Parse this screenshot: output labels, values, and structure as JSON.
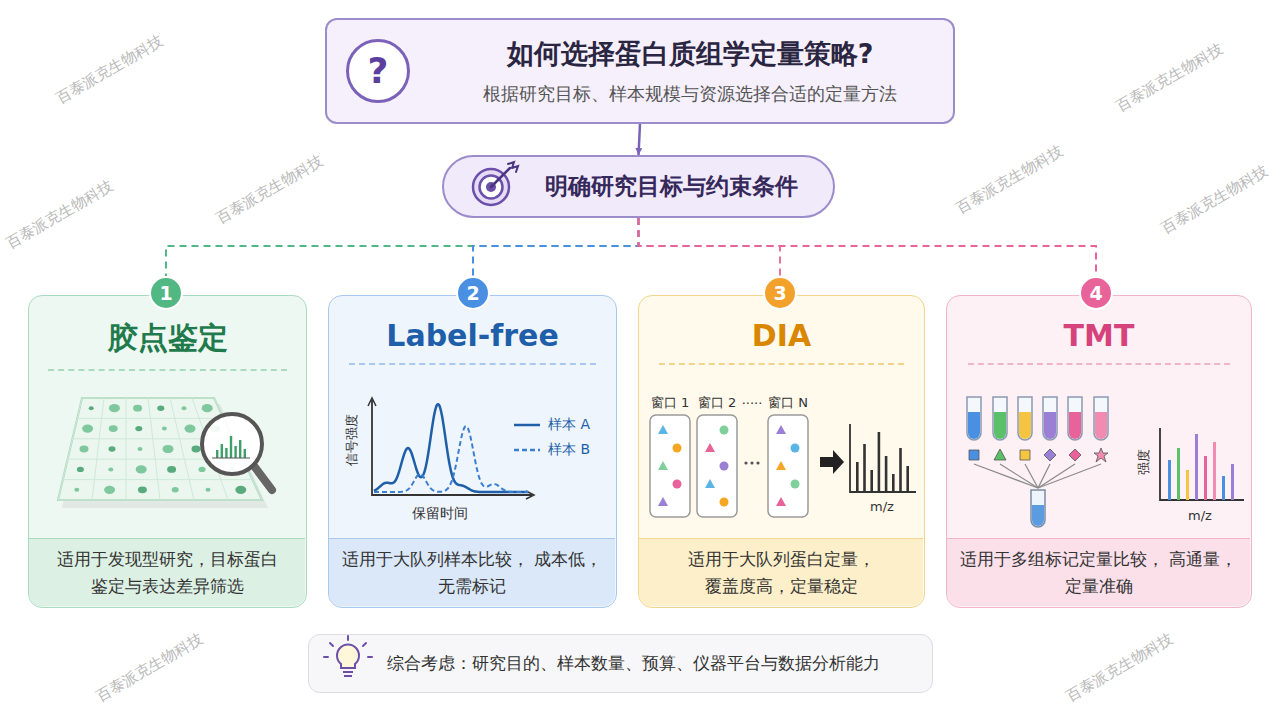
{
  "diagram": {
    "nodes": [
      {
        "text": [
          "如何选择蛋白质组学定量策略?",
          "根据研究目标、样本规模与资源选择合适的定量方法"
        ]
      },
      {
        "text": [
          "?"
        ],
        "in": 0
      },
      {
        "text": [
          "明确研究目标与约束条件"
        ]
      },
      {
        "text": [
          "1"
        ]
      },
      {
        "text": [
          "胶点鉴定"
        ]
      },
      {
        "text": [
          "适用于发现型研究，目标蛋白 鉴定与表达差异筛选"
        ],
        "in": 4
      },
      {
        "text": [
          "2"
        ]
      },
      {
        "text": [
          "Label-free"
        ]
      },
      {
        "text": [
          "适用于大队列样本比较， 成本低，无需标记"
        ],
        "in": 7
      },
      {
        "text": [
          "3"
        ]
      },
      {
        "text": [
          "DIA"
        ]
      },
      {
        "text": [
          "适用于大队列蛋白定量， 覆盖度高，定量稳定"
        ],
        "in": 10
      },
      {
        "text": [
          "4"
        ]
      },
      {
        "text": [
          "TMT"
        ]
      },
      {
        "text": [
          "适用于多组标记定量比较， 高通量，定量准确"
        ],
        "in": 13
      },
      {
        "text": [
          "综合考虑：研究目的、样本数量、预算、仪器平台与数据分析能力"
        ]
      }
    ],
    "edges": [
      {
        "from": 0,
        "to": 2,
        "arrow": "to"
      },
      {
        "from": 2,
        "to": 3,
        "arrow": "none"
      },
      {
        "from": 2,
        "to": 6,
        "arrow": "none"
      },
      {
        "from": 2,
        "to": 9,
        "arrow": "none"
      },
      {
        "from": 2,
        "to": 12,
        "arrow": "none"
      }
    ],
    "labels": [
      "信号强度",
      "样本 A",
      "样本 B",
      "保留时间",
      "窗口 1",
      "窗口 2",
      "·····",
      "窗口 N",
      "m/z",
      "强度",
      "m/z",
      "百泰派克生物科技",
      "百泰派克生物科技",
      "百泰派克生物科技",
      "百泰派克生物科技",
      "百泰派克生物科技",
      "百泰派克生物科技",
      "百泰派克生物科技",
      "百泰派克生物科技"
    ]
  }
}
